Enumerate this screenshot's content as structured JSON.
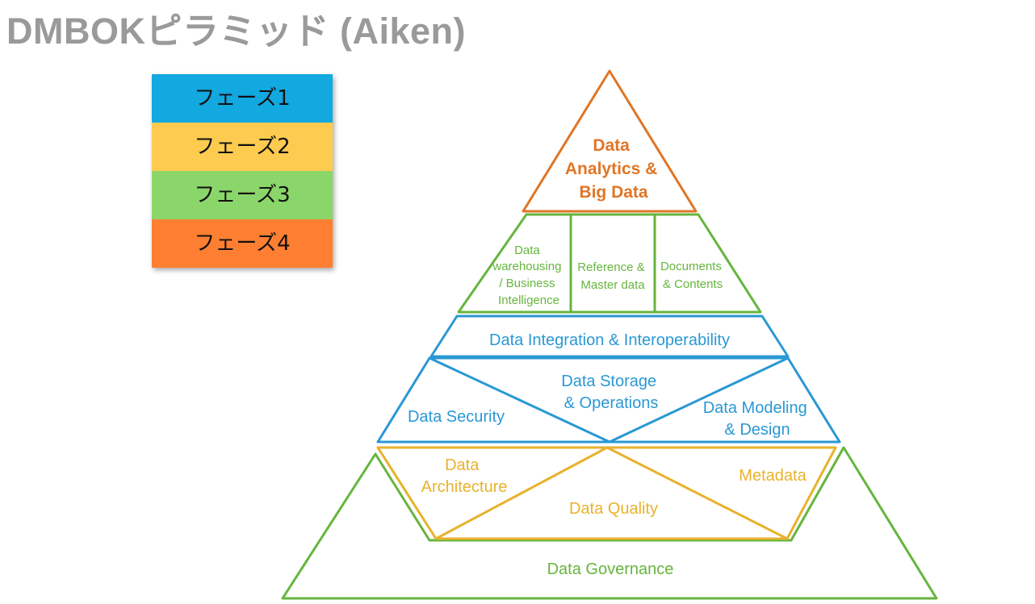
{
  "title": "DMBOKピラミッド (Aiken)",
  "colors": {
    "phase1": "#12a8e0",
    "phase2": "#fdcb50",
    "phase3": "#8bd66a",
    "phase4": "#ff7f32",
    "line_blue": "#2a98d4",
    "line_green": "#66b53e",
    "line_orange": "#e07626",
    "line_yellow": "#e8b22c"
  },
  "legend": [
    {
      "label": "フェーズ1",
      "color": "#12a8e0"
    },
    {
      "label": "フェーズ2",
      "color": "#fdcb50"
    },
    {
      "label": "フェーズ3",
      "color": "#8bd66a"
    },
    {
      "label": "フェーズ4",
      "color": "#ff7f32"
    }
  ],
  "pyramid": {
    "top": {
      "line1": "Data",
      "line2": "Analytics &",
      "line3": "Big Data"
    },
    "tier2": {
      "dw": {
        "line1": "Data",
        "line2": "warehousing",
        "line3": "/ Business",
        "line4": "Intelligence"
      },
      "ref": {
        "line1": "Reference &",
        "line2": "Master data"
      },
      "docs": {
        "line1": "Documents",
        "line2": "& Contents"
      }
    },
    "integration": "Data Integration & Interoperability",
    "security": "Data Security",
    "storage": {
      "line1": "Data Storage",
      "line2": "& Operations"
    },
    "modeling": {
      "line1": "Data Modeling",
      "line2": "& Design"
    },
    "architecture": {
      "line1": "Data",
      "line2": "Architecture"
    },
    "quality": "Data Quality",
    "metadata": "Metadata",
    "governance": "Data Governance"
  }
}
